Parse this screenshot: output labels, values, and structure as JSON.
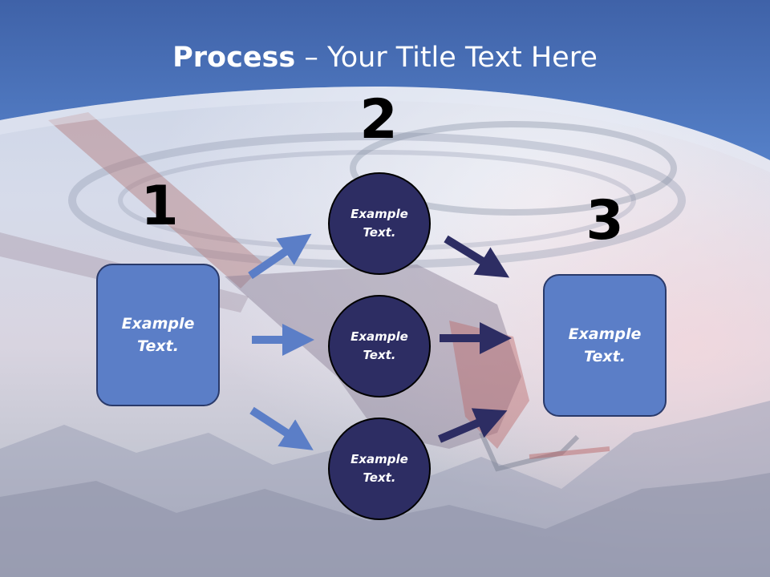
{
  "title": {
    "strong": "Process",
    "rest": " – Your Title Text Here"
  },
  "steps": {
    "one": {
      "number": "1",
      "text": "Example\nText."
    },
    "two": {
      "number": "2",
      "circles": [
        "Example\nText.",
        "Example\nText.",
        "Example\nText."
      ]
    },
    "three": {
      "number": "3",
      "text": "Example\nText."
    }
  },
  "colors": {
    "banner": "#4a74bf",
    "box_fill": "#5b7ec7",
    "circle_fill": "#2d2d63",
    "arrow_light": "#5b7ec7",
    "arrow_dark": "#2d2d63"
  }
}
